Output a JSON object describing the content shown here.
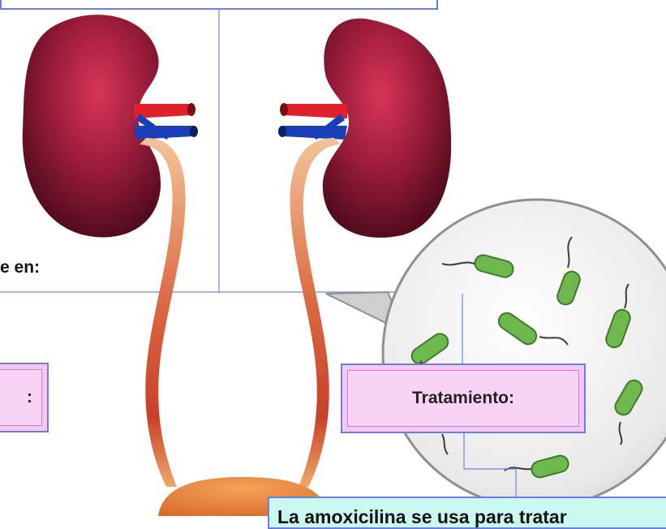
{
  "labels": {
    "left_partial": "e en:",
    "left_box_partial": ":",
    "treatment": "Tratamiento:",
    "bottom_partial": "La amoxicilina se usa para tratar"
  },
  "colors": {
    "box_pink": "#f7c6f2",
    "box_border": "#6b7fd6",
    "box_green": "#c8f8ef",
    "kidney": "#8b1732",
    "ureter": "#e0906a",
    "bacteria": "#6fb84d"
  },
  "icons": {
    "kidney_left": "kidney-icon",
    "kidney_right": "kidney-icon",
    "bacteria_magnifier": "magnifier-icon"
  }
}
